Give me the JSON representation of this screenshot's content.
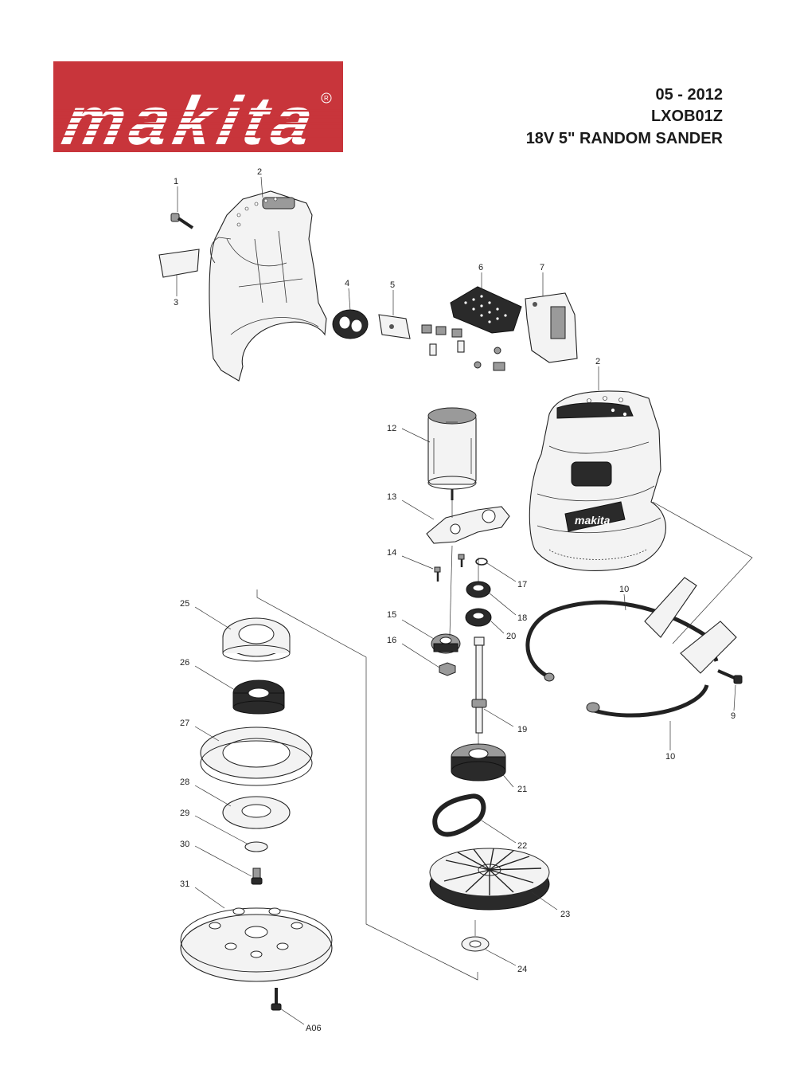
{
  "logo": {
    "text": "makita",
    "brand_color": "#c8353b",
    "registered_mark": "R"
  },
  "header": {
    "date": "05 - 2012",
    "model": "LXOB01Z",
    "product": "18V 5\" RANDOM SANDER"
  },
  "part_labels": {
    "p1": "1",
    "p2a": "2",
    "p2b": "2",
    "p3": "3",
    "p4": "4",
    "p5": "5",
    "p6": "6",
    "p7": "7",
    "p9": "9",
    "p10a": "10",
    "p10b": "10",
    "p12": "12",
    "p13": "13",
    "p14": "14",
    "p15": "15",
    "p16": "16",
    "p17": "17",
    "p18": "18",
    "p19": "19",
    "p20": "20",
    "p21": "21",
    "p22": "22",
    "p23": "23",
    "p24": "24",
    "p25": "25",
    "p26": "26",
    "p27": "27",
    "p28": "28",
    "p29": "29",
    "p30": "30",
    "p31": "31",
    "pA06": "A06"
  },
  "colors": {
    "line": "#222222",
    "background": "#ffffff"
  }
}
